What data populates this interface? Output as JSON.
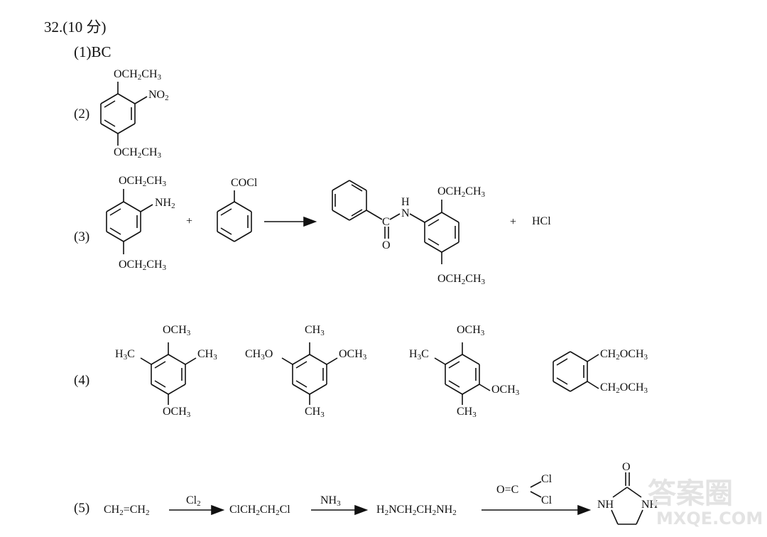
{
  "header": {
    "number": "32.",
    "score": "(10 分)"
  },
  "q1": {
    "label": "(1)",
    "answer": "BC"
  },
  "q2": {
    "label": "(2)",
    "top": "OCH",
    "top_sub": "2",
    "top_end": "CH",
    "top_end_sub": "3",
    "side": "NO",
    "side_sub": "2",
    "bottom": "OCH",
    "bottom_sub": "2",
    "bottom_end": "CH",
    "bottom_end_sub": "3"
  },
  "q3": {
    "label": "(3)",
    "r1_top": "OCH",
    "r1_top_sub": "2",
    "r1_top_end": "CH",
    "r1_top_end_sub": "3",
    "r1_side": "NH",
    "r1_side_sub": "2",
    "r1_bottom": "OCH",
    "r1_bottom_sub": "2",
    "r1_bottom_end": "CH",
    "r1_bottom_end_sub": "3",
    "plus1": "+",
    "r2_group": "COCl",
    "p_h": "H",
    "p_n": "N",
    "p_c": "C",
    "p_o": "O",
    "p_top": "OCH",
    "p_top_sub": "2",
    "p_top_end": "CH",
    "p_top_end_sub": "3",
    "p_bottom": "OCH",
    "p_bottom_sub": "2",
    "p_bottom_end": "CH",
    "p_bottom_end_sub": "3",
    "plus2": "+",
    "byproduct": "HCl"
  },
  "q4": {
    "label": "(4)",
    "m1_top": "OCH",
    "m1_top_sub": "3",
    "m1_left": "H",
    "m1_left_sub": "3",
    "m1_left_end": "C",
    "m1_right": "CH",
    "m1_right_sub": "3",
    "m1_bottom": "OCH",
    "m1_bottom_sub": "3",
    "m2_top": "CH",
    "m2_top_sub": "3",
    "m2_left": "CH",
    "m2_left_sub": "3",
    "m2_left_end": "O",
    "m2_right": "OCH",
    "m2_right_sub": "3",
    "m2_bottom": "CH",
    "m2_bottom_sub": "3",
    "m3_top": "OCH",
    "m3_top_sub": "3",
    "m3_left": "H",
    "m3_left_sub": "3",
    "m3_left_end": "C",
    "m3_right": "OCH",
    "m3_right_sub": "3",
    "m3_bottom": "CH",
    "m3_bottom_sub": "3",
    "m4_top": "CH",
    "m4_top_sub": "2",
    "m4_top_end": "OCH",
    "m4_top_end_sub": "3",
    "m4_bottom": "CH",
    "m4_bottom_sub": "2",
    "m4_bottom_end": "OCH",
    "m4_bottom_end_sub": "3"
  },
  "q5": {
    "label": "(5)",
    "s1a": "CH",
    "s1a_sub": "2",
    "s1b": "=CH",
    "s1b_sub": "2",
    "reagent1": "Cl",
    "reagent1_sub": "2",
    "s2a": "ClCH",
    "s2a_sub": "2",
    "s2b": "CH",
    "s2b_sub": "2",
    "s2c": "Cl",
    "reagent2": "NH",
    "reagent2_sub": "3",
    "s3a": "H",
    "s3a_sub": "2",
    "s3b": "NCH",
    "s3b_sub": "2",
    "s3c": "CH",
    "s3c_sub": "2",
    "s3d": "NH",
    "s3d_sub": "2",
    "r3_o": "O",
    "r3_eq": "=",
    "r3_c": "C",
    "r3_cl1": "Cl",
    "r3_cl2": "Cl",
    "ring_o": "O",
    "ring_nh_left": "NH",
    "ring_nh_right": "NH"
  },
  "watermark": {
    "main": "答案圈",
    "sub": "MXQE.COM"
  }
}
